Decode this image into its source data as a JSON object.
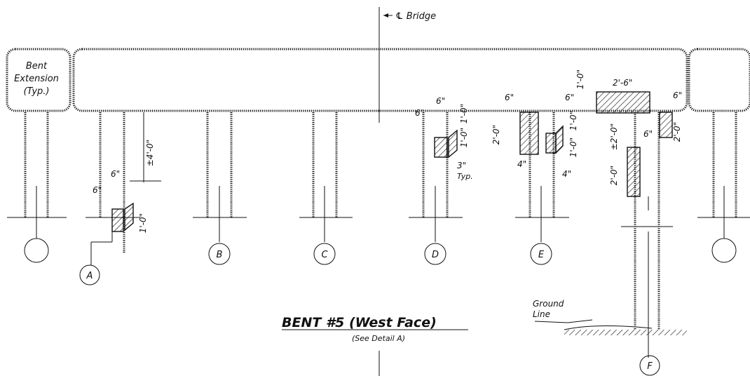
{
  "centerline_label": "℄ Bridge",
  "bent_extension_label": [
    "Bent",
    "Extension",
    "(Typ.)"
  ],
  "title": "BENT #5 (West Face)",
  "subtitle": "(See Detail A)",
  "ground_label": [
    "Ground",
    "Line"
  ],
  "column_labels": [
    "A",
    "B",
    "C",
    "D",
    "E",
    "F"
  ],
  "dimensions": {
    "d6": "6\"",
    "d4": "4\"",
    "d3": "3\"",
    "typ": "Typ.",
    "d1_0": "1'-0\"",
    "d2_0": "2'-0\"",
    "d4_0": "±4'-0\"",
    "d2_0pm": "±2'-0\"",
    "d2_6": "2'-6\""
  }
}
